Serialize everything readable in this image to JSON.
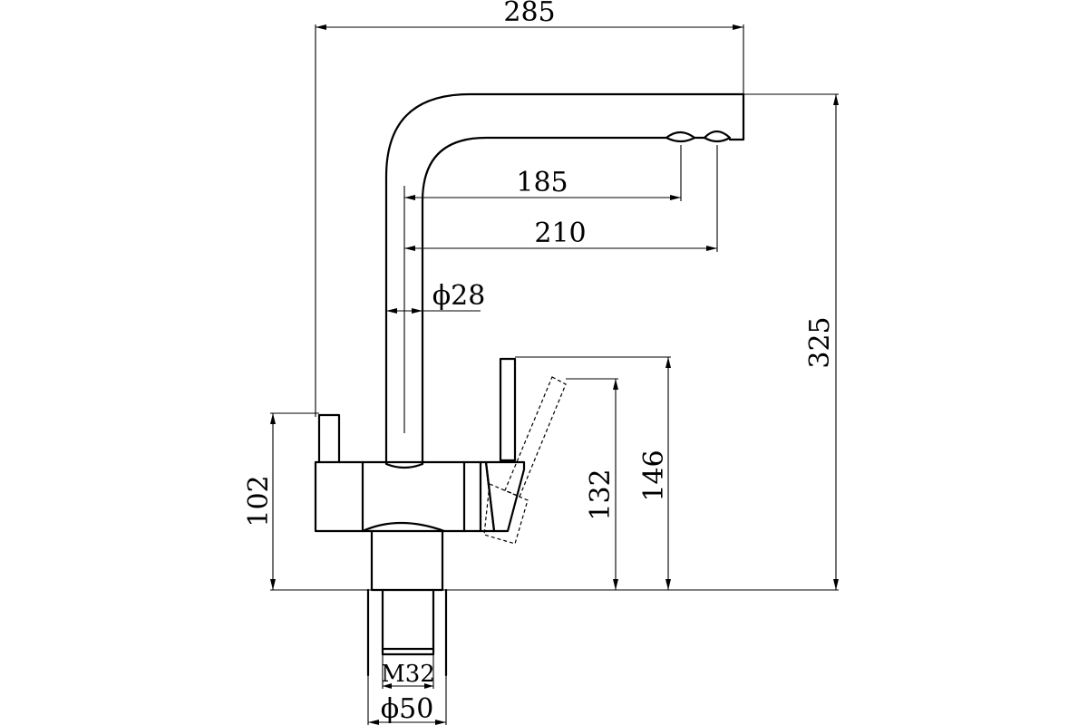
{
  "drawing": {
    "subject": "kitchen-faucet-dimension-drawing",
    "units": "mm",
    "dimensions": {
      "overall_reach": "285",
      "aerator_reach_1": "185",
      "aerator_reach_2": "210",
      "spout_diameter": "ϕ28",
      "overall_height": "325",
      "lever_top_height": "146",
      "lever_mid_height": "132",
      "body_height": "102",
      "thread_size": "M32",
      "base_diameter": "ϕ50"
    },
    "line_color": "#000000",
    "background_color": "#ffffff"
  }
}
